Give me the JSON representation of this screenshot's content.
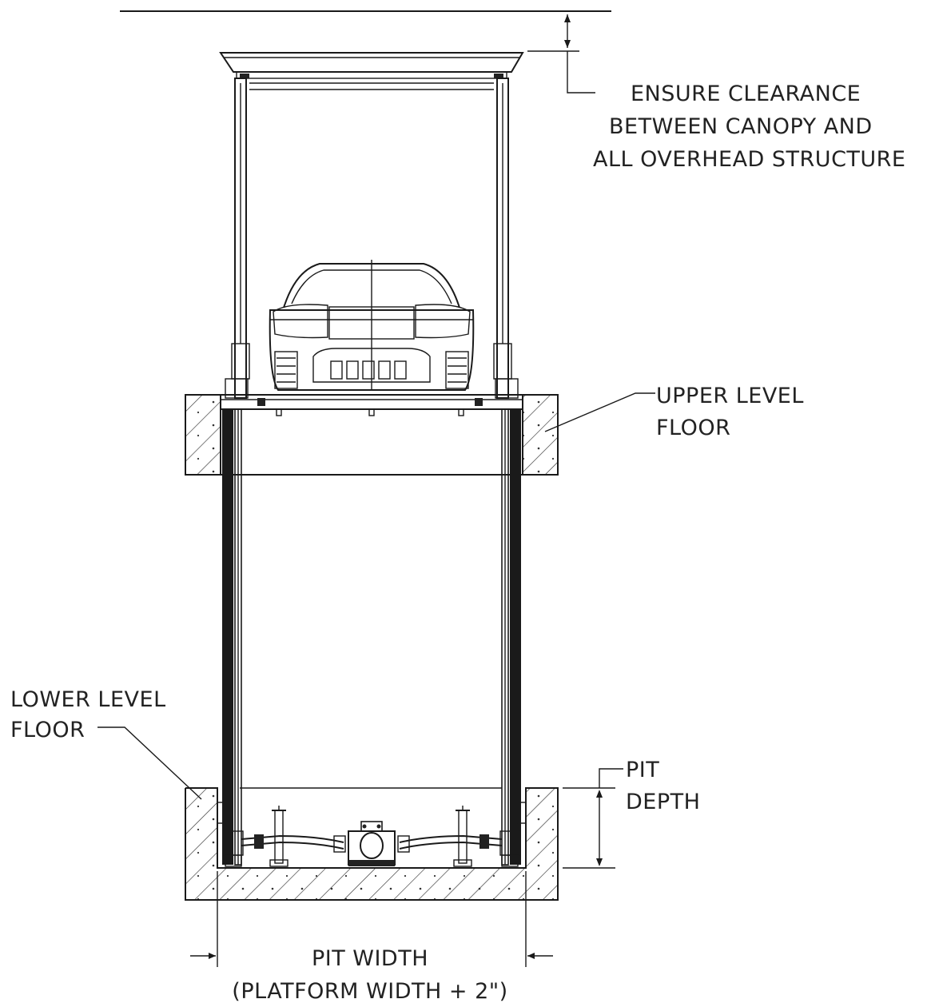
{
  "labels": {
    "clearance_line1": "ENSURE CLEARANCE",
    "clearance_line2": "BETWEEN CANOPY AND",
    "clearance_line3": "ALL OVERHEAD STRUCTURE",
    "upper_line1": "UPPER LEVEL",
    "upper_line2": "FLOOR",
    "lower_line1": "LOWER LEVEL",
    "lower_line2": "FLOOR",
    "pit_depth_line1": "PIT",
    "pit_depth_line2": "DEPTH",
    "pit_width_line1": "PIT WIDTH",
    "pit_width_line2": "(PLATFORM WIDTH + 2\")"
  },
  "colors": {
    "ink": "#1a1a1a",
    "text": "#222222",
    "background": "#ffffff"
  }
}
